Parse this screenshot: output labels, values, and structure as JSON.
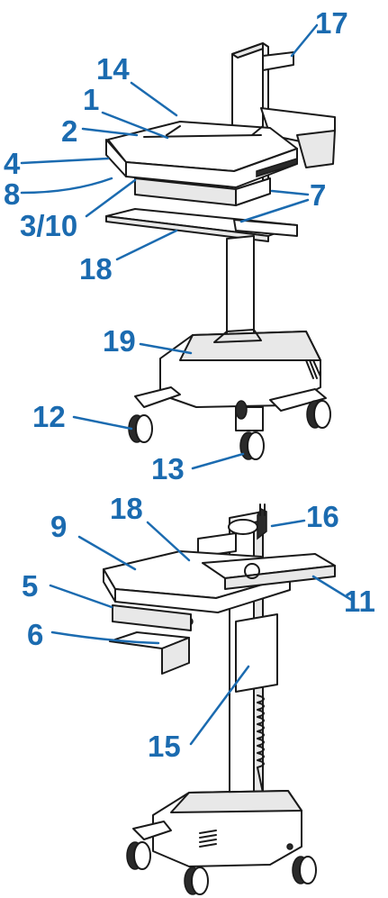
{
  "colors": {
    "label": "#1b6bb0",
    "leader": "#1b6bb0",
    "outline": "#1a1a1a"
  },
  "labels": {
    "l17": "17",
    "l14": "14",
    "l1": "1",
    "l2": "2",
    "l4": "4",
    "l8": "8",
    "l3_10": "3/10",
    "l7": "7",
    "l18_top": "18",
    "l19": "19",
    "l12": "12",
    "l13": "13",
    "l18_bottom": "18",
    "l16": "16",
    "l9": "9",
    "l5": "5",
    "l6": "6",
    "l11": "11",
    "l15": "15"
  }
}
